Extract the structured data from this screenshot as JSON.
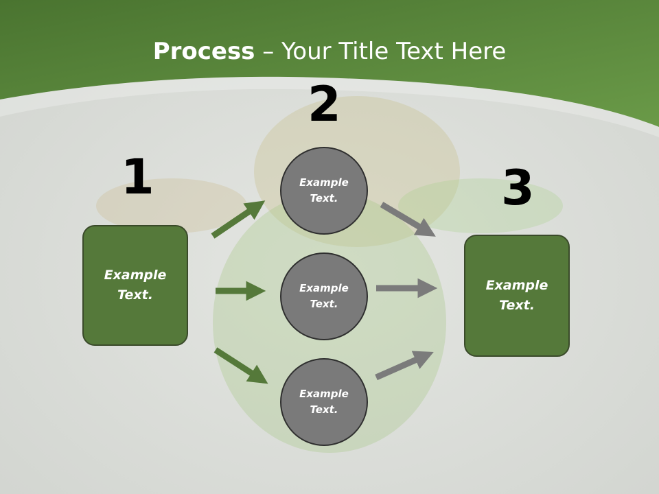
{
  "title": {
    "bold": "Process",
    "rest": " – Your Title Text Here"
  },
  "steps": {
    "n1": "1",
    "n2": "2",
    "n3": "3"
  },
  "left_box": {
    "line1": "Example",
    "line2": "Text."
  },
  "right_box": {
    "line1": "Example",
    "line2": "Text."
  },
  "circles": [
    {
      "line1": "Example",
      "line2": "Text."
    },
    {
      "line1": "Example",
      "line2": "Text."
    },
    {
      "line1": "Example",
      "line2": "Text."
    }
  ],
  "colors": {
    "header_green": "#4f7a32",
    "box_green": "#55793a",
    "circle_gray": "#7a7a7a",
    "green_arrow": "#55793a",
    "gray_arrow": "#7b7b7b"
  }
}
